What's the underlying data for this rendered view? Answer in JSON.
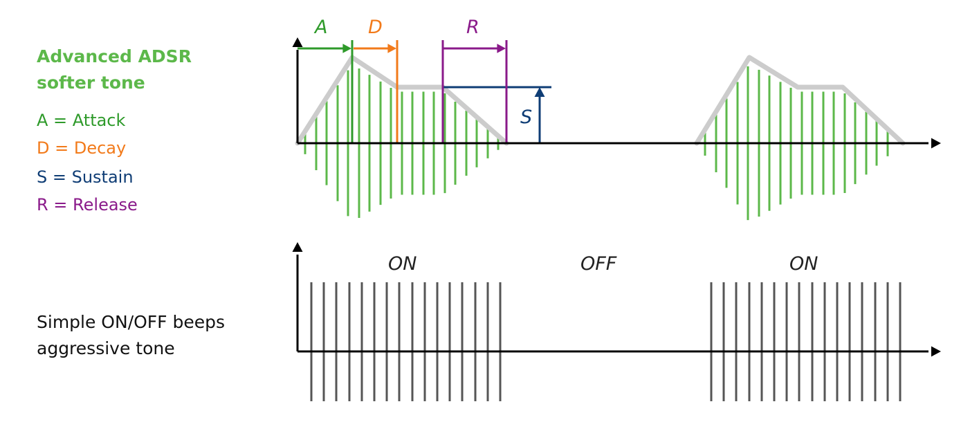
{
  "colors": {
    "green": "#5cb84a",
    "dark_green": "#2e9a2a",
    "orange": "#f27a1a",
    "blue": "#0f3d75",
    "purple": "#8a1a8a",
    "envelope": "#cccccc",
    "axis": "#000000",
    "beep": "#555555"
  },
  "adsr": {
    "title_line1": "Advanced ADSR",
    "title_line2": "softer tone",
    "legend": {
      "attack": "A = Attack",
      "decay": "D = Decay",
      "sustain": "S = Sustain",
      "release": "R = Release"
    },
    "markers": {
      "a": "A",
      "d": "D",
      "r": "R",
      "s": "S"
    }
  },
  "simple": {
    "title_line1": "Simple ON/OFF beeps",
    "title_line2": "aggressive tone",
    "labels": {
      "on_left": "ON",
      "off": "OFF",
      "on_right": "ON"
    }
  }
}
